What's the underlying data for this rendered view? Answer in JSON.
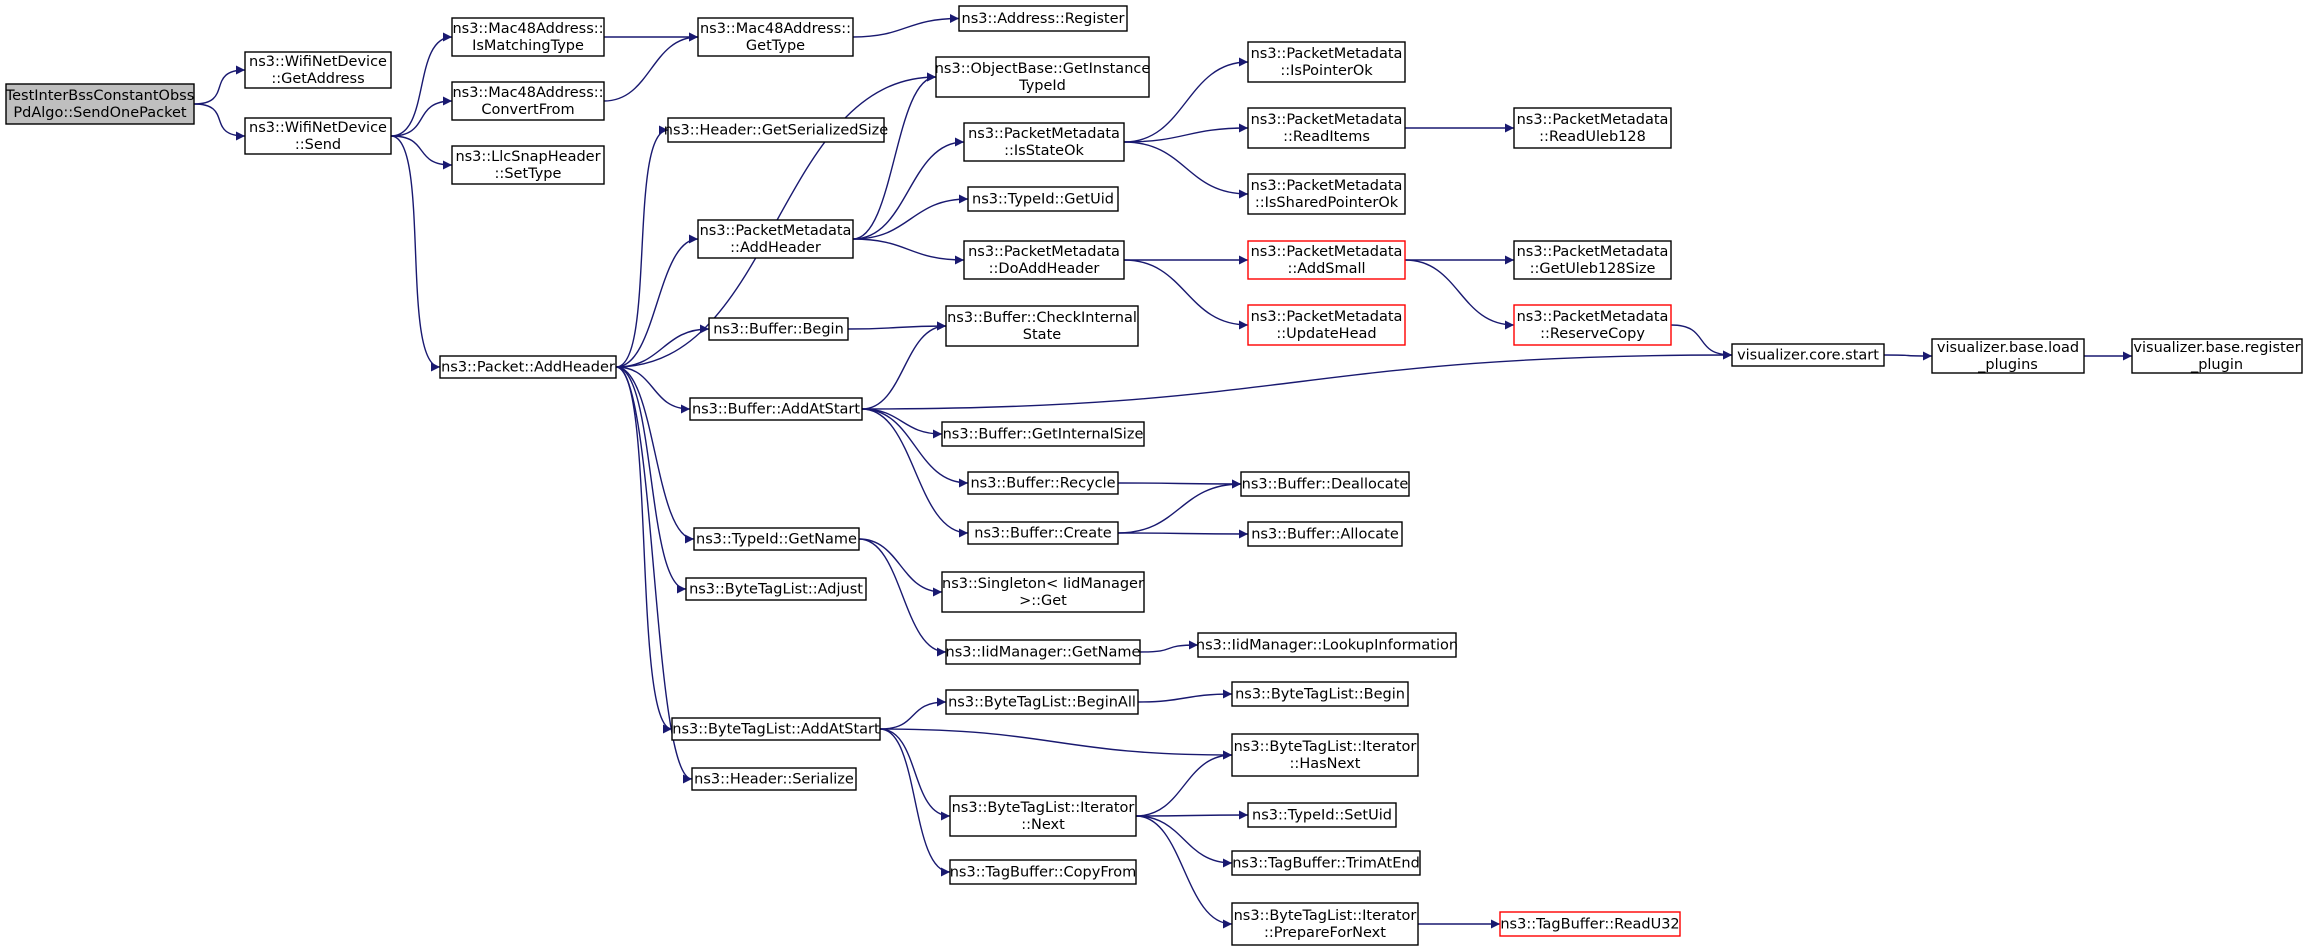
{
  "nodes": [
    {
      "id": "n0",
      "lines": [
        "TestInterBssConstantObss",
        "PdAlgo::SendOnePacket"
      ],
      "root": true
    },
    {
      "id": "n1",
      "lines": [
        "ns3::WifiNetDevice",
        "::GetAddress"
      ]
    },
    {
      "id": "n2",
      "lines": [
        "ns3::WifiNetDevice",
        "::Send"
      ]
    },
    {
      "id": "n3",
      "lines": [
        "ns3::Mac48Address::",
        "IsMatchingType"
      ]
    },
    {
      "id": "n4",
      "lines": [
        "ns3::Mac48Address::",
        "ConvertFrom"
      ]
    },
    {
      "id": "n5",
      "lines": [
        "ns3::LlcSnapHeader",
        "::SetType"
      ]
    },
    {
      "id": "n6",
      "lines": [
        "ns3::Packet::AddHeader"
      ]
    },
    {
      "id": "n7",
      "lines": [
        "ns3::Mac48Address::",
        "GetType"
      ]
    },
    {
      "id": "n8",
      "lines": [
        "ns3::Address::Register"
      ]
    },
    {
      "id": "n9",
      "lines": [
        "ns3::ObjectBase::GetInstance",
        "TypeId"
      ]
    },
    {
      "id": "n10",
      "lines": [
        "ns3::Header::GetSerializedSize"
      ]
    },
    {
      "id": "n11",
      "lines": [
        "ns3::PacketMetadata",
        "::AddHeader"
      ]
    },
    {
      "id": "n12",
      "lines": [
        "ns3::PacketMetadata",
        "::IsStateOk"
      ]
    },
    {
      "id": "n13",
      "lines": [
        "ns3::PacketMetadata",
        "::IsPointerOk"
      ]
    },
    {
      "id": "n14",
      "lines": [
        "ns3::PacketMetadata",
        "::ReadItems"
      ]
    },
    {
      "id": "n15",
      "lines": [
        "ns3::PacketMetadata",
        "::ReadUleb128"
      ]
    },
    {
      "id": "n16",
      "lines": [
        "ns3::PacketMetadata",
        "::IsSharedPointerOk"
      ]
    },
    {
      "id": "n17",
      "lines": [
        "ns3::TypeId::GetUid"
      ]
    },
    {
      "id": "n18",
      "lines": [
        "ns3::PacketMetadata",
        "::DoAddHeader"
      ]
    },
    {
      "id": "n19",
      "lines": [
        "ns3::PacketMetadata",
        "::AddSmall"
      ],
      "truncated": true
    },
    {
      "id": "n20",
      "lines": [
        "ns3::PacketMetadata",
        "::GetUleb128Size"
      ]
    },
    {
      "id": "n21",
      "lines": [
        "ns3::PacketMetadata",
        "::UpdateHead"
      ],
      "truncated": true
    },
    {
      "id": "n22",
      "lines": [
        "ns3::PacketMetadata",
        "::ReserveCopy"
      ],
      "truncated": true
    },
    {
      "id": "n23",
      "lines": [
        "ns3::Buffer::Begin"
      ]
    },
    {
      "id": "n24",
      "lines": [
        "ns3::Buffer::CheckInternal",
        "State"
      ]
    },
    {
      "id": "n25",
      "lines": [
        "visualizer.core.start"
      ]
    },
    {
      "id": "n26",
      "lines": [
        "visualizer.base.load",
        "_plugins"
      ]
    },
    {
      "id": "n27",
      "lines": [
        "visualizer.base.register",
        "_plugin"
      ]
    },
    {
      "id": "n28",
      "lines": [
        "ns3::Buffer::AddAtStart"
      ]
    },
    {
      "id": "n29",
      "lines": [
        "ns3::Buffer::GetInternalSize"
      ]
    },
    {
      "id": "n30",
      "lines": [
        "ns3::Buffer::Recycle"
      ]
    },
    {
      "id": "n31",
      "lines": [
        "ns3::Buffer::Deallocate"
      ]
    },
    {
      "id": "n32",
      "lines": [
        "ns3::Buffer::Create"
      ]
    },
    {
      "id": "n33",
      "lines": [
        "ns3::Buffer::Allocate"
      ]
    },
    {
      "id": "n34",
      "lines": [
        "ns3::TypeId::GetName"
      ]
    },
    {
      "id": "n35",
      "lines": [
        "ns3::Singleton< IidManager",
        " >::Get"
      ]
    },
    {
      "id": "n36",
      "lines": [
        "ns3::ByteTagList::Adjust"
      ]
    },
    {
      "id": "n37",
      "lines": [
        "ns3::IidManager::GetName"
      ]
    },
    {
      "id": "n38",
      "lines": [
        "ns3::IidManager::LookupInformation"
      ]
    },
    {
      "id": "n39",
      "lines": [
        "ns3::ByteTagList::BeginAll"
      ]
    },
    {
      "id": "n40",
      "lines": [
        "ns3::ByteTagList::Begin"
      ]
    },
    {
      "id": "n41",
      "lines": [
        "ns3::ByteTagList::AddAtStart"
      ]
    },
    {
      "id": "n42",
      "lines": [
        "ns3::ByteTagList::Iterator",
        "::HasNext"
      ]
    },
    {
      "id": "n43",
      "lines": [
        "ns3::Header::Serialize"
      ]
    },
    {
      "id": "n44",
      "lines": [
        "ns3::ByteTagList::Iterator",
        "::Next"
      ]
    },
    {
      "id": "n45",
      "lines": [
        "ns3::TypeId::SetUid"
      ]
    },
    {
      "id": "n46",
      "lines": [
        "ns3::TagBuffer::TrimAtEnd"
      ]
    },
    {
      "id": "n47",
      "lines": [
        "ns3::TagBuffer::CopyFrom"
      ]
    },
    {
      "id": "n48",
      "lines": [
        "ns3::ByteTagList::Iterator",
        "::PrepareForNext"
      ]
    },
    {
      "id": "n49",
      "lines": [
        "ns3::TagBuffer::ReadU32"
      ],
      "truncated": true
    }
  ],
  "edges": [
    [
      "n0",
      "n1"
    ],
    [
      "n0",
      "n2"
    ],
    [
      "n2",
      "n3"
    ],
    [
      "n2",
      "n4"
    ],
    [
      "n2",
      "n5"
    ],
    [
      "n2",
      "n6"
    ],
    [
      "n3",
      "n7"
    ],
    [
      "n4",
      "n7"
    ],
    [
      "n7",
      "n8"
    ],
    [
      "n6",
      "n9"
    ],
    [
      "n6",
      "n10"
    ],
    [
      "n6",
      "n11"
    ],
    [
      "n6",
      "n23"
    ],
    [
      "n6",
      "n28"
    ],
    [
      "n6",
      "n34"
    ],
    [
      "n6",
      "n36"
    ],
    [
      "n6",
      "n41"
    ],
    [
      "n6",
      "n43"
    ],
    [
      "n11",
      "n9"
    ],
    [
      "n11",
      "n12"
    ],
    [
      "n11",
      "n17"
    ],
    [
      "n11",
      "n18"
    ],
    [
      "n12",
      "n13"
    ],
    [
      "n12",
      "n14"
    ],
    [
      "n12",
      "n16"
    ],
    [
      "n14",
      "n15"
    ],
    [
      "n18",
      "n19"
    ],
    [
      "n18",
      "n21"
    ],
    [
      "n19",
      "n20"
    ],
    [
      "n19",
      "n22"
    ],
    [
      "n22",
      "n25"
    ],
    [
      "n23",
      "n24"
    ],
    [
      "n25",
      "n26"
    ],
    [
      "n26",
      "n27"
    ],
    [
      "n28",
      "n24"
    ],
    [
      "n28",
      "n25"
    ],
    [
      "n28",
      "n29"
    ],
    [
      "n28",
      "n30"
    ],
    [
      "n28",
      "n32"
    ],
    [
      "n30",
      "n31"
    ],
    [
      "n32",
      "n31"
    ],
    [
      "n32",
      "n33"
    ],
    [
      "n34",
      "n35"
    ],
    [
      "n34",
      "n37"
    ],
    [
      "n37",
      "n38"
    ],
    [
      "n41",
      "n39"
    ],
    [
      "n41",
      "n42"
    ],
    [
      "n41",
      "n44"
    ],
    [
      "n41",
      "n47"
    ],
    [
      "n39",
      "n40"
    ],
    [
      "n44",
      "n42"
    ],
    [
      "n44",
      "n45"
    ],
    [
      "n44",
      "n46"
    ],
    [
      "n44",
      "n48"
    ],
    [
      "n48",
      "n49"
    ]
  ],
  "colors": {
    "edge": "#191970",
    "root_fill": "#bfbfbf",
    "truncated_border": "#ff0000",
    "border": "#000000"
  }
}
